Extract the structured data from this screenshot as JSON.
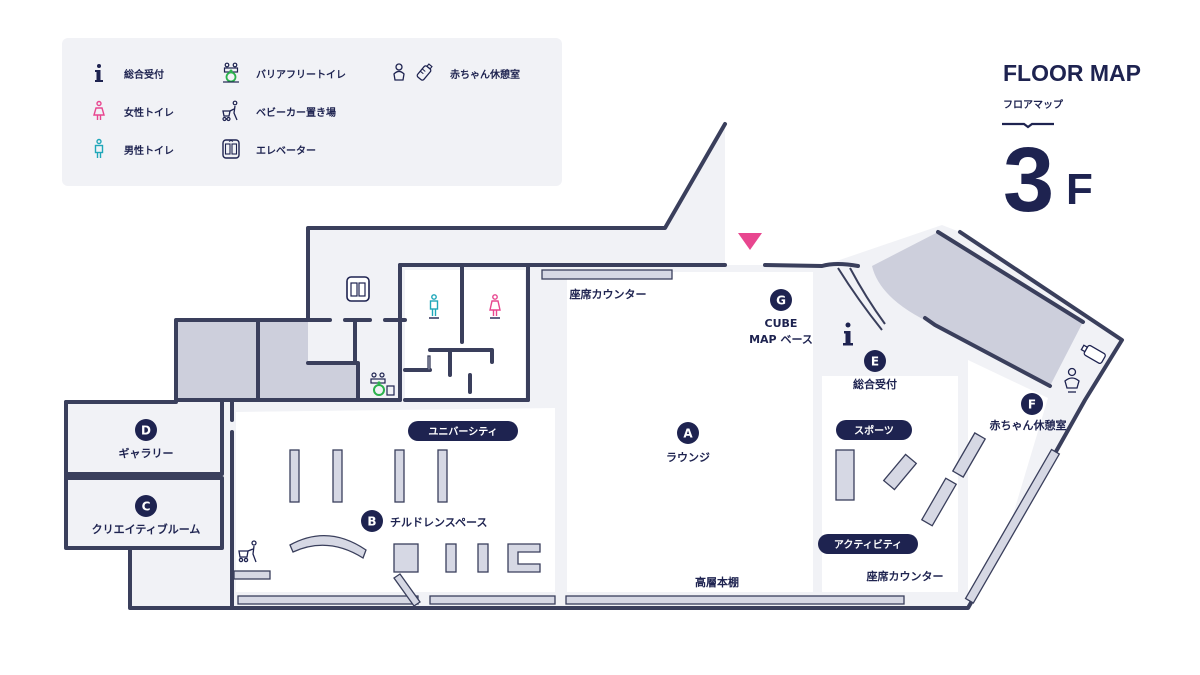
{
  "header": {
    "title": "FLOOR MAP",
    "subtitle": "フロアマップ",
    "floor_number": "3",
    "floor_unit": "F"
  },
  "legend": {
    "items": [
      {
        "icon": "info-icon",
        "label": "総合受付"
      },
      {
        "icon": "womens-restroom-icon",
        "label": "女性トイレ"
      },
      {
        "icon": "mens-restroom-icon",
        "label": "男性トイレ"
      },
      {
        "icon": "barrier-free-restroom-icon",
        "label": "バリアフリートイレ"
      },
      {
        "icon": "stroller-parking-icon",
        "label": "ベビーカー置き場"
      },
      {
        "icon": "elevator-icon",
        "label": "エレベーター"
      },
      {
        "icon": "baby-room-icon",
        "label": "赤ちゃん休憩室"
      }
    ]
  },
  "areas": {
    "A": {
      "letter": "A",
      "name": "ラウンジ"
    },
    "B": {
      "letter": "B",
      "name": "チルドレンスペース"
    },
    "C": {
      "letter": "C",
      "name": "クリエイティブルーム"
    },
    "D": {
      "letter": "D",
      "name": "ギャラリー"
    },
    "E": {
      "letter": "E",
      "name": "総合受付"
    },
    "F": {
      "letter": "F",
      "name": "赤ちゃん休憩室"
    },
    "G": {
      "letter": "G",
      "name_line1": "CUBE",
      "name_line2": "MAP ベース"
    }
  },
  "zone_tags": {
    "university": "ユニバーシティ",
    "sports": "スポーツ",
    "activity": "アクティビティ"
  },
  "labels": {
    "counter_top": "座席カウンター",
    "counter_right": "座席カウンター",
    "bookshelf": "高層本棚"
  },
  "colors": {
    "navy": "#1e2350",
    "pink": "#e8468f",
    "teal": "#1fa7b9",
    "green": "#2bb24c",
    "gray_block": "#cdcfdc",
    "floor": "#f1f2f6",
    "furniture": "#d6d8e4"
  }
}
